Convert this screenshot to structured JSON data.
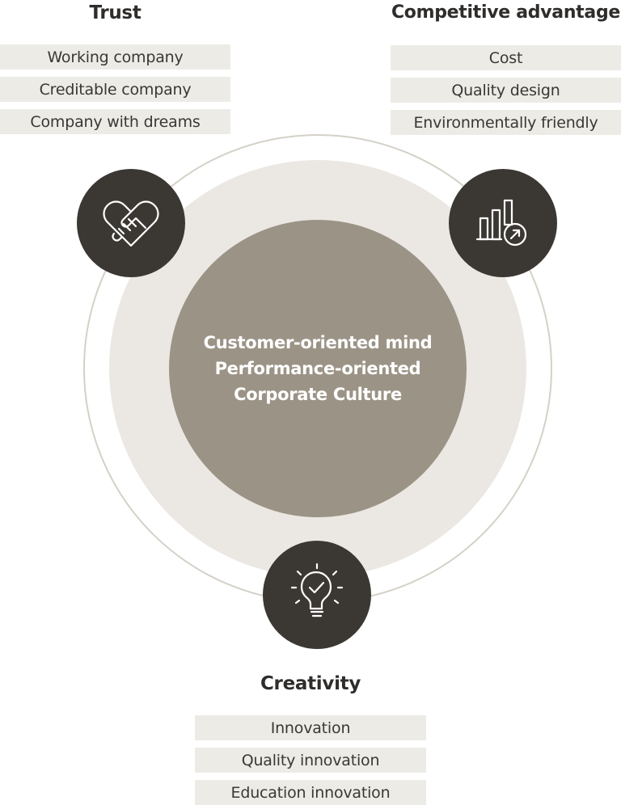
{
  "pillars": {
    "trust": {
      "title": "Trust",
      "icon": "handshake-icon",
      "items": [
        "Working company",
        "Creditable company",
        "Company with dreams"
      ]
    },
    "competitive_advantage": {
      "title": "Competitive advantage",
      "icon": "bar-chart-growth-icon",
      "items": [
        "Cost",
        "Quality design",
        "Environmentally friendly"
      ]
    },
    "creativity": {
      "title": "Creativity",
      "icon": "lightbulb-check-icon",
      "items": [
        "Innovation",
        "Quality innovation",
        "Education innovation"
      ]
    }
  },
  "core": {
    "lines": [
      "Customer-oriented mind",
      "Performance-oriented",
      "Corporate Culture"
    ]
  },
  "colors": {
    "outer_ring": "#d4d1c8",
    "light_disc": "#ebe8e3",
    "core_disc": "#9b9386",
    "icon_circle": "#3b3834",
    "item_background": "#ecebe6",
    "heading_text": "#2f2d2b"
  }
}
